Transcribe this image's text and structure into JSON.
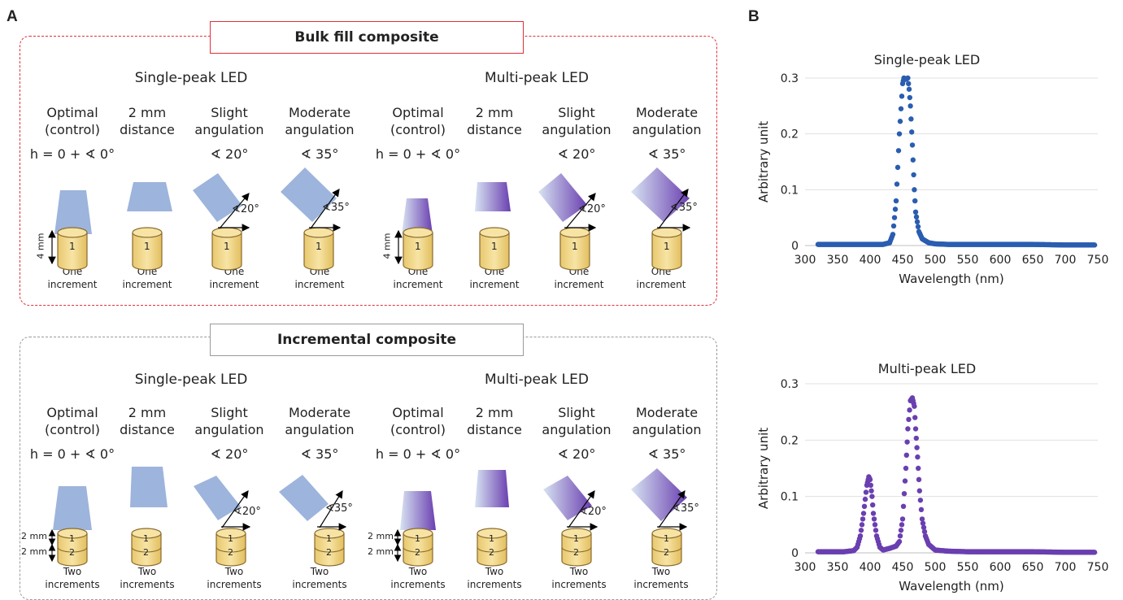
{
  "panel_a_label": "A",
  "panel_b_label": "B",
  "bulk": {
    "title": "Bulk fill composite",
    "single_heading": "Single-peak LED",
    "multi_heading": "Multi-peak LED",
    "conditions": [
      {
        "l1": "Optimal",
        "l2": "(control)",
        "angle": "h = 0 + ∢ 0°",
        "foot1": "One",
        "foot2": "increment"
      },
      {
        "l1": "2 mm",
        "l2": "distance",
        "angle": "",
        "foot1": "One",
        "foot2": "increment"
      },
      {
        "l1": "Slight",
        "l2": "angulation",
        "angle": "∢ 20°",
        "foot1": "One",
        "foot2": "increment"
      },
      {
        "l1": "Moderate",
        "l2": "angulation",
        "angle": "∢ 35°",
        "foot1": "One",
        "foot2": "increment"
      }
    ],
    "height_label": "4 mm",
    "cyl_label": "1",
    "angle_marks": [
      "∢20°",
      "∢35°"
    ]
  },
  "incremental": {
    "title": "Incremental composite",
    "single_heading": "Single-peak LED",
    "multi_heading": "Multi-peak LED",
    "conditions": [
      {
        "l1": "Optimal",
        "l2": "(control)",
        "angle": "h = 0 + ∢ 0°",
        "foot1": "Two",
        "foot2": "increments"
      },
      {
        "l1": "2 mm",
        "l2": "distance",
        "angle": "",
        "foot1": "Two",
        "foot2": "increments"
      },
      {
        "l1": "Slight",
        "l2": "angulation",
        "angle": "∢ 20°",
        "foot1": "Two",
        "foot2": "increments"
      },
      {
        "l1": "Moderate",
        "l2": "angulation",
        "angle": "∢ 35°",
        "foot1": "Two",
        "foot2": "increments"
      }
    ],
    "layer_label": "2 mm",
    "cyl_labels": [
      "1",
      "2"
    ],
    "angle_marks": [
      "∢20°",
      "∢35°"
    ]
  },
  "colors": {
    "bulk_frame": "#e0303a",
    "incremental_frame": "#9a9a9a",
    "single_light": "#9db4dc",
    "multi_dark": "#6a3fb0",
    "multi_light": "#d7e3f2",
    "cylinder_fill": "#f4dc8f",
    "cylinder_stroke": "#8a6a2e",
    "single_series": "#2a5db0",
    "multi_series": "#6a3fb0"
  },
  "chart_data": [
    {
      "type": "scatter",
      "title": "Single-peak LED",
      "xlabel": "Wavelength (nm)",
      "ylabel": "Arbitrary unit",
      "xlim": [
        300,
        750
      ],
      "ylim": [
        0,
        0.3
      ],
      "xticks": [
        "300",
        "350",
        "400",
        "450",
        "500",
        "550",
        "600",
        "650",
        "700",
        "750"
      ],
      "yticks": [
        "0",
        "0.1",
        "0.2",
        "0.3"
      ],
      "grid": true,
      "color": "#2a5db0",
      "x": [
        320,
        340,
        360,
        380,
        400,
        420,
        430,
        435,
        440,
        445,
        450,
        452,
        455,
        458,
        460,
        462,
        465,
        468,
        470,
        475,
        480,
        490,
        500,
        520,
        550,
        600,
        650,
        700,
        745
      ],
      "y": [
        0.002,
        0.002,
        0.002,
        0.002,
        0.002,
        0.002,
        0.005,
        0.02,
        0.08,
        0.2,
        0.29,
        0.3,
        0.298,
        0.3,
        0.28,
        0.25,
        0.18,
        0.1,
        0.06,
        0.025,
        0.012,
        0.005,
        0.003,
        0.002,
        0.002,
        0.002,
        0.002,
        0.001,
        0.001
      ]
    },
    {
      "type": "scatter",
      "title": "Multi-peak LED",
      "xlabel": "Wavelength (nm)",
      "ylabel": "Arbitrary unit",
      "xlim": [
        300,
        750
      ],
      "ylim": [
        0,
        0.3
      ],
      "xticks": [
        "300",
        "350",
        "400",
        "450",
        "500",
        "550",
        "600",
        "650",
        "700",
        "750"
      ],
      "yticks": [
        "0",
        "0.1",
        "0.2",
        "0.3"
      ],
      "grid": true,
      "color": "#6a3fb0",
      "x": [
        320,
        340,
        360,
        375,
        380,
        385,
        390,
        395,
        398,
        400,
        403,
        405,
        410,
        415,
        420,
        430,
        440,
        445,
        450,
        455,
        458,
        462,
        465,
        468,
        470,
        473,
        476,
        480,
        485,
        490,
        500,
        520,
        550,
        600,
        650,
        700,
        745
      ],
      "y": [
        0.002,
        0.002,
        0.002,
        0.004,
        0.01,
        0.03,
        0.07,
        0.12,
        0.135,
        0.13,
        0.1,
        0.07,
        0.03,
        0.01,
        0.005,
        0.008,
        0.012,
        0.02,
        0.06,
        0.15,
        0.22,
        0.27,
        0.275,
        0.26,
        0.22,
        0.17,
        0.11,
        0.06,
        0.03,
        0.015,
        0.005,
        0.003,
        0.002,
        0.002,
        0.002,
        0.001,
        0.001
      ]
    }
  ]
}
